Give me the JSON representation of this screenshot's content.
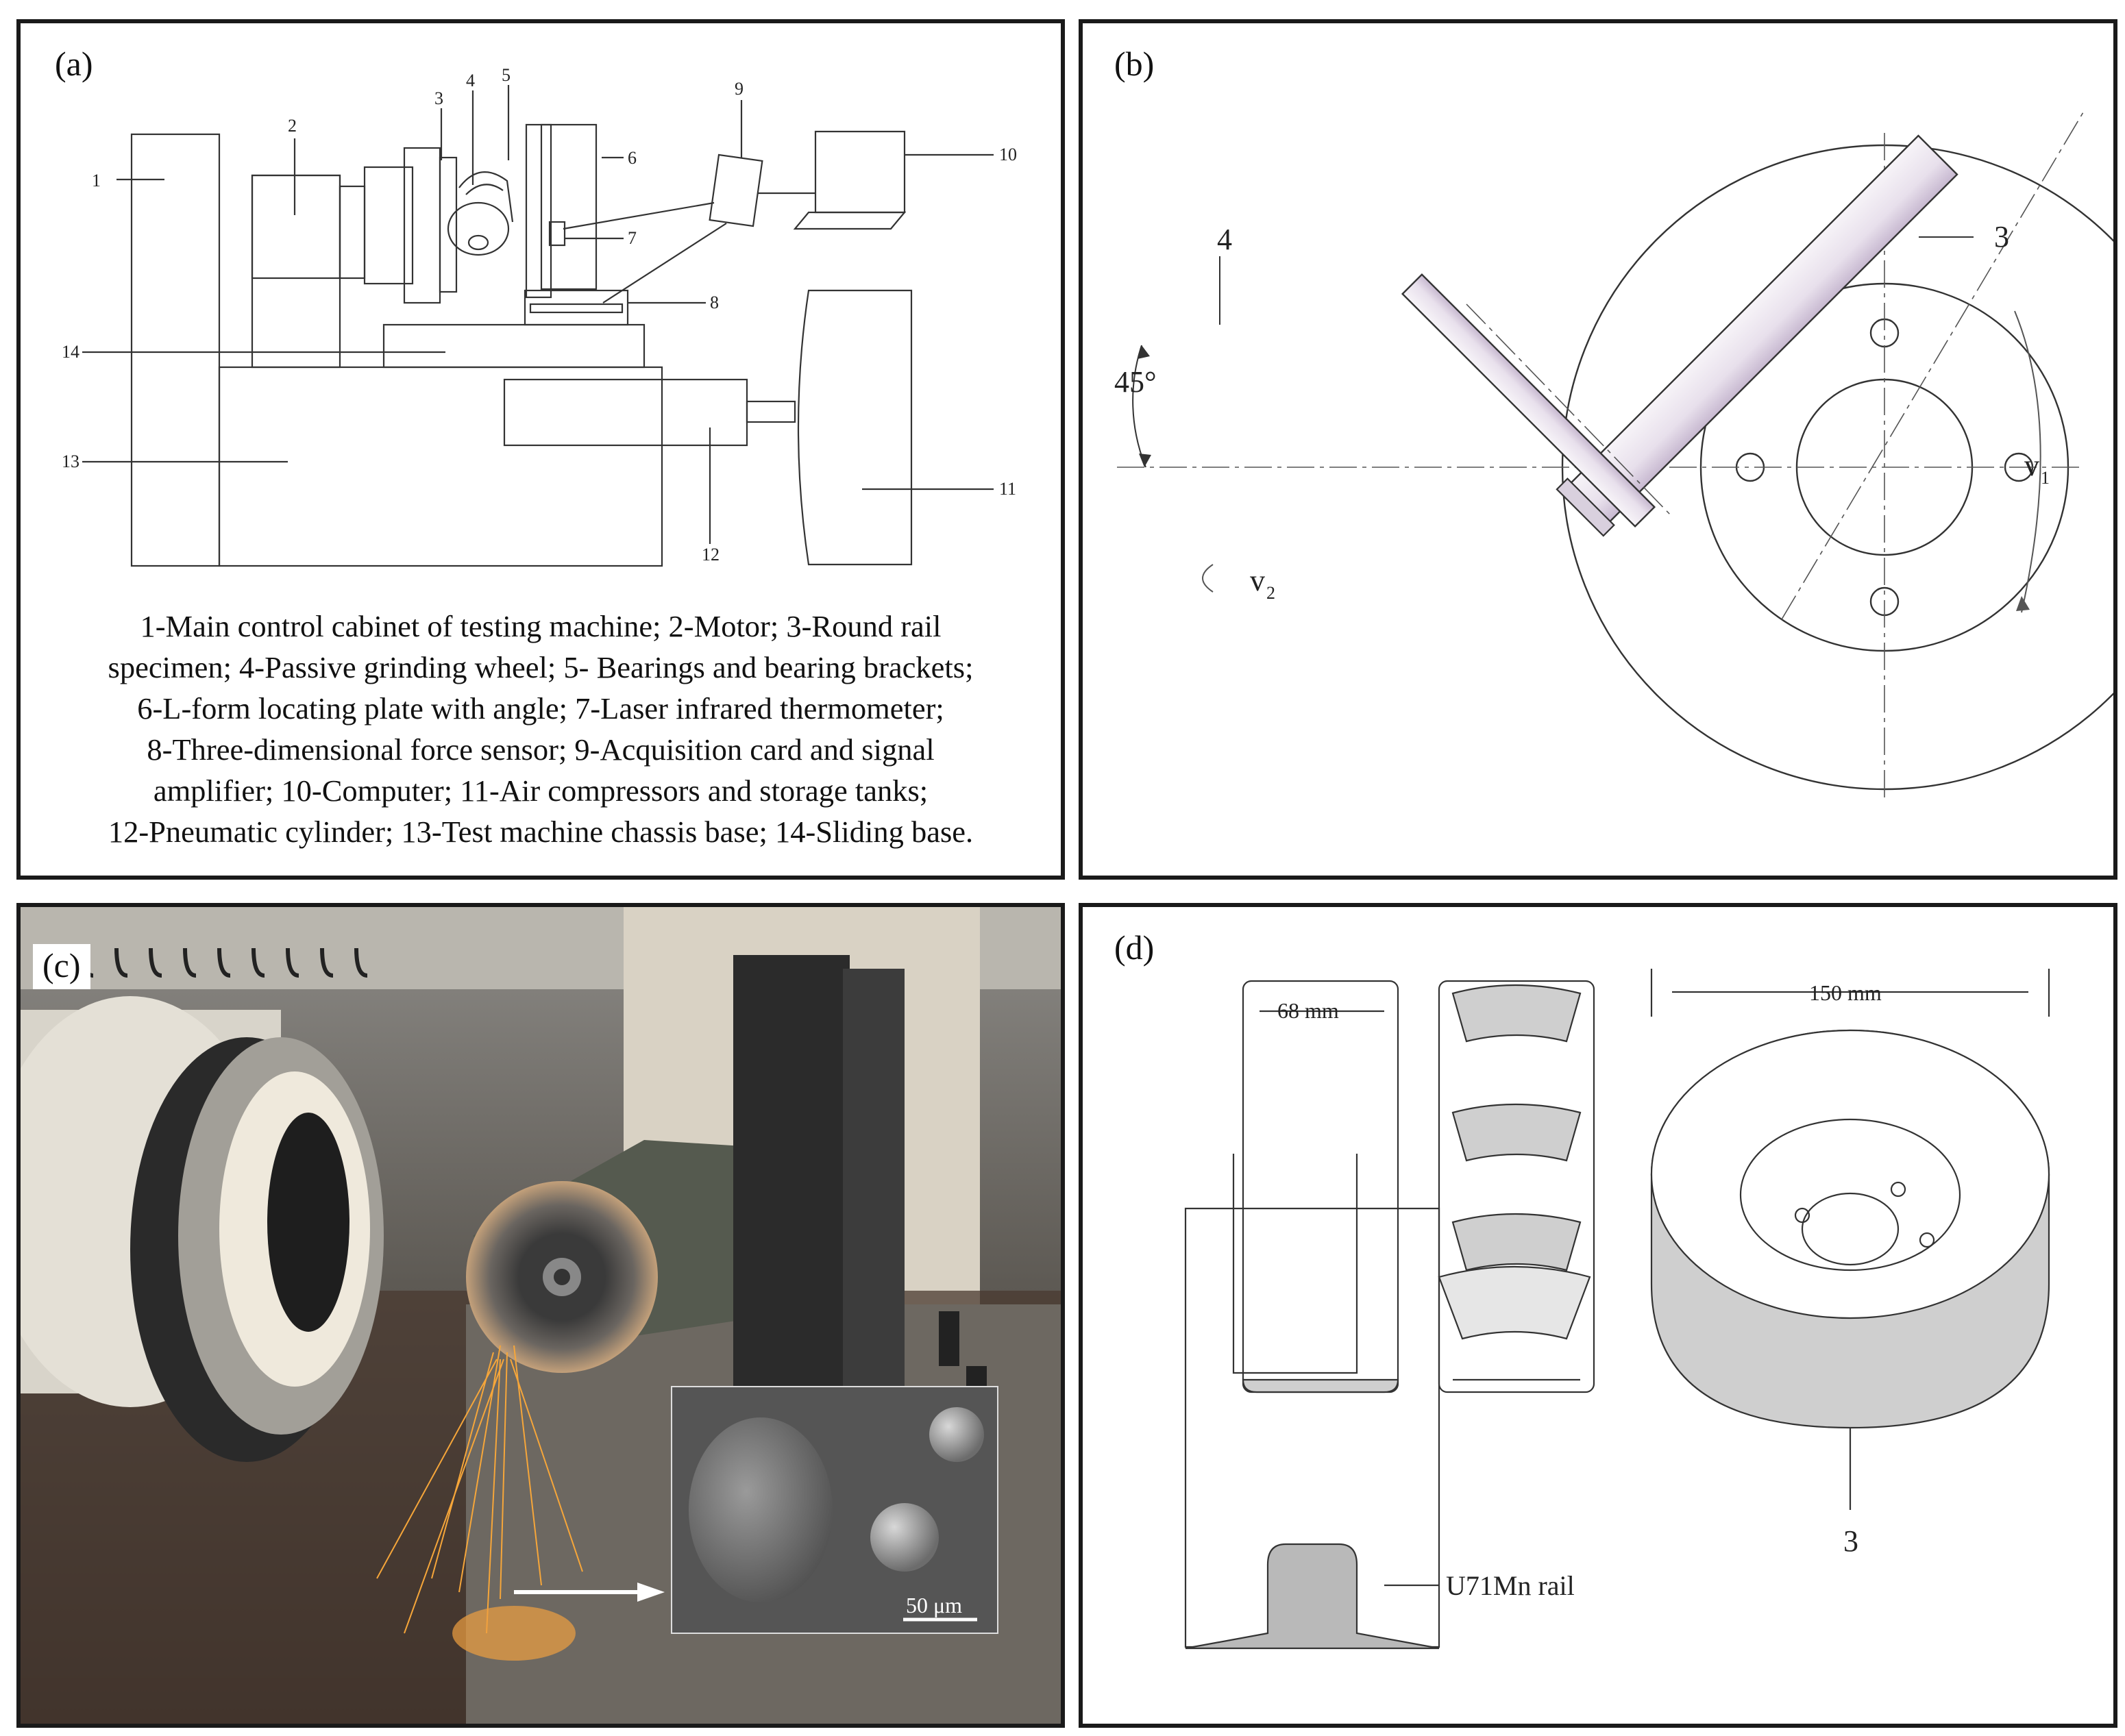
{
  "panels": {
    "a": {
      "label": "(a)",
      "callouts": [
        "1",
        "2",
        "3",
        "4",
        "5",
        "6",
        "7",
        "8",
        "9",
        "10",
        "11",
        "12",
        "13",
        "14"
      ],
      "caption_lines": [
        "1-Main control cabinet of testing machine; 2-Motor; 3-Round rail",
        "specimen; 4-Passive grinding wheel; 5- Bearings and bearing brackets;",
        "6-L-form locating plate with angle; 7-Laser infrared thermometer;",
        "8-Three-dimensional force sensor; 9-Acquisition card and signal",
        "amplifier; 10-Computer; 11-Air compressors and storage tanks;",
        "12-Pneumatic cylinder; 13-Test machine chassis base; 14-Sliding base."
      ]
    },
    "b": {
      "label": "(b)",
      "wheel_callout": "4",
      "specimen_callout": "3",
      "angle": "45°",
      "v1": "v",
      "v1_sub": "1",
      "v2": "v",
      "v2_sub": "2"
    },
    "c": {
      "label": "(c)",
      "scale_bar": "50 μm"
    },
    "d": {
      "label": "(d)",
      "width_rail": "68 mm",
      "diameter": "150 mm",
      "rail_label": "U71Mn rail",
      "specimen_callout": "3"
    }
  },
  "colors": {
    "frame": "#1a1a1a",
    "line": "#333333",
    "rail_shade": "#b9b9b9",
    "wheel_tint": "#cdbfd6",
    "sparks": "#f6a63a"
  }
}
